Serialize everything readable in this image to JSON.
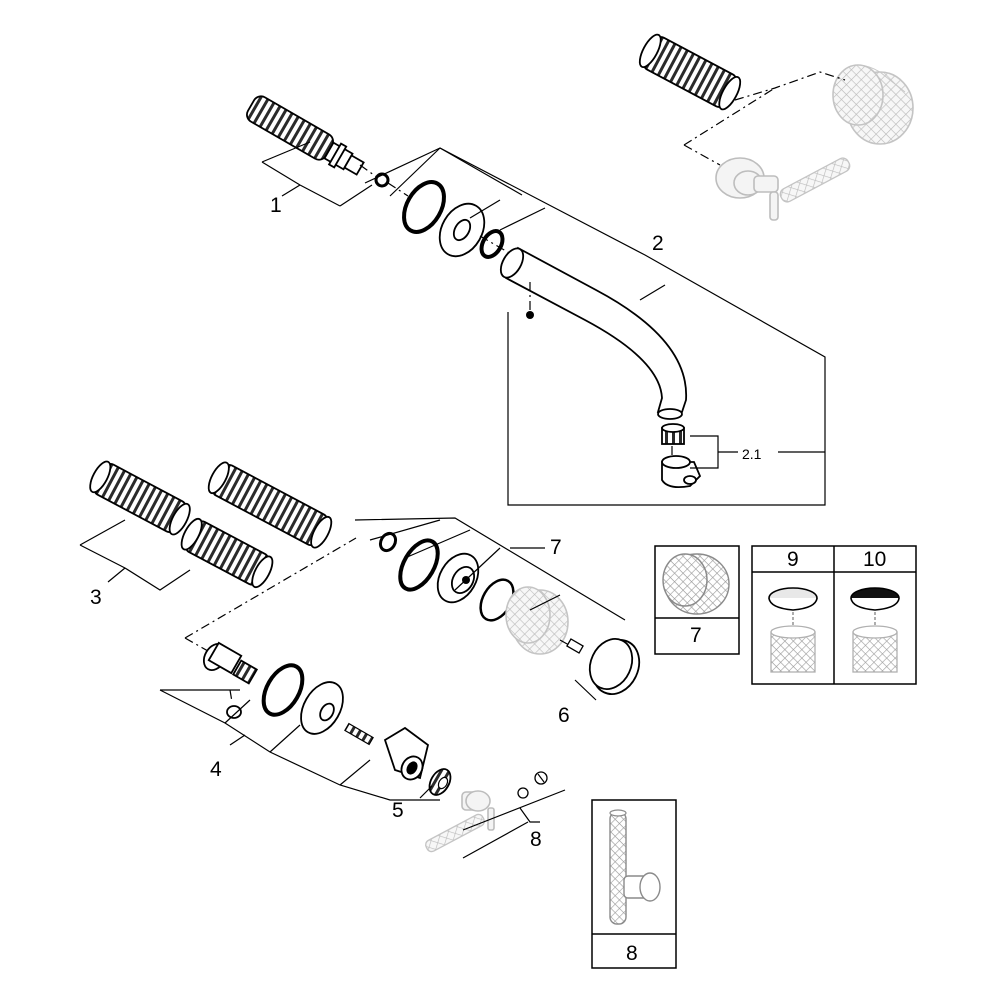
{
  "labels": {
    "p1": "1",
    "p2": "2",
    "p21": "2.1",
    "p3": "3",
    "p4": "4",
    "p5": "5",
    "p6": "6",
    "p7": "7",
    "p8": "8"
  },
  "insets": {
    "knob": "7",
    "handle": "8",
    "cap_a": "9",
    "cap_b": "10"
  }
}
